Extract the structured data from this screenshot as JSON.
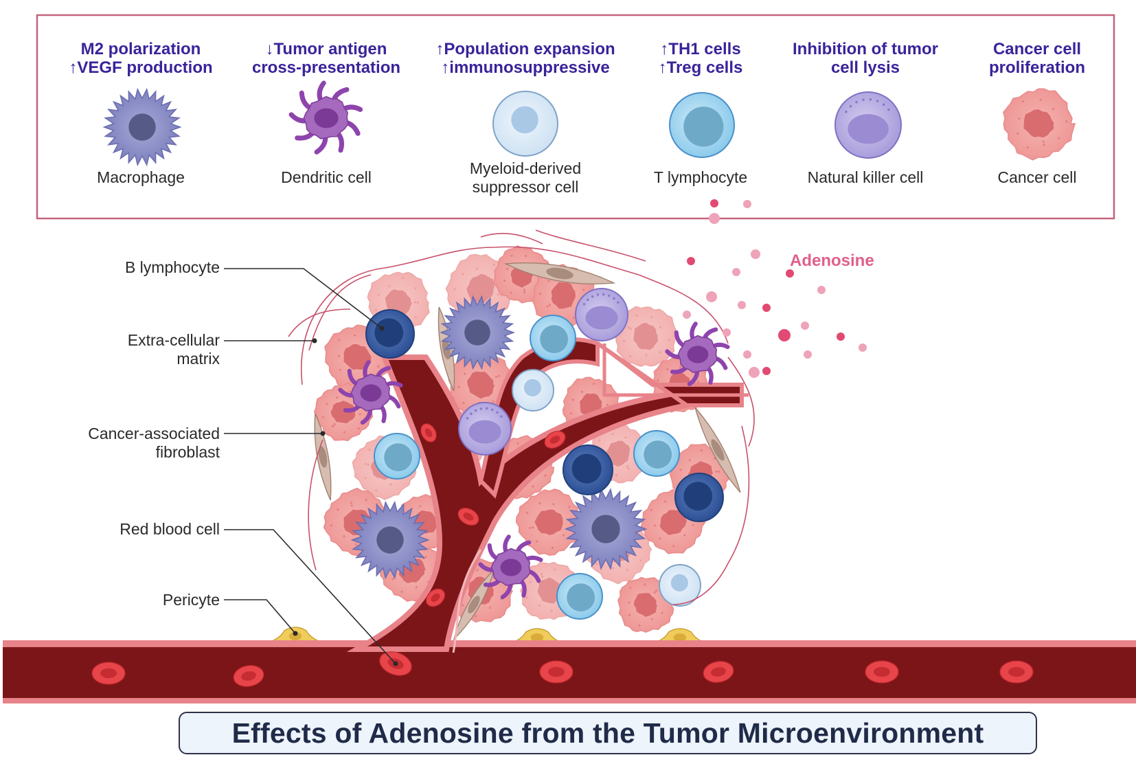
{
  "legend": {
    "items": [
      {
        "effect_line1": "M2 polarization",
        "effect_line2": "↑VEGF production",
        "name": "Macrophage",
        "name_line2": ""
      },
      {
        "effect_line1": "↓Tumor antigen",
        "effect_line2": "cross-presentation",
        "name": "Dendritic cell",
        "name_line2": ""
      },
      {
        "effect_line1": "↑Population expansion",
        "effect_line2": "↑immunosuppressive",
        "name": "Myeloid-derived",
        "name_line2": "suppressor cell"
      },
      {
        "effect_line1": "↑TH1 cells",
        "effect_line2": "↑Treg cells",
        "name": "T lymphocyte",
        "name_line2": ""
      },
      {
        "effect_line1": "Inhibition of tumor",
        "effect_line2": "cell lysis",
        "name": "Natural killer cell",
        "name_line2": ""
      },
      {
        "effect_line1": "Cancer cell",
        "effect_line2": "proliferation",
        "name": "Cancer cell",
        "name_line2": ""
      }
    ]
  },
  "callouts": {
    "b_lymphocyte": "B lymphocyte",
    "ecm_line1": "Extra-cellular",
    "ecm_line2": "matrix",
    "caf_line1": "Cancer-associated",
    "caf_line2": "fibroblast",
    "rbc": "Red blood cell",
    "pericyte": "Pericyte",
    "adenosine": "Adenosine"
  },
  "title": "Effects of Adenosine from the Tumor Microenvironment",
  "colors": {
    "effect_text": "#3a239a",
    "frame": "#c4637d",
    "vessel": "#7c1518",
    "vessel_wall": "#e8838a",
    "adenosine": "#e0608a",
    "cancer_cell": "#f2a3a3",
    "macrophage": "#8d8fc8",
    "dendritic": "#9b59b6",
    "t_cell": "#9fd3ef",
    "b_cell": "#3c63a8",
    "nk_cell": "#b6aae0",
    "fibroblast": "#d6bdb0",
    "pericyte": "#f0cc5a"
  }
}
